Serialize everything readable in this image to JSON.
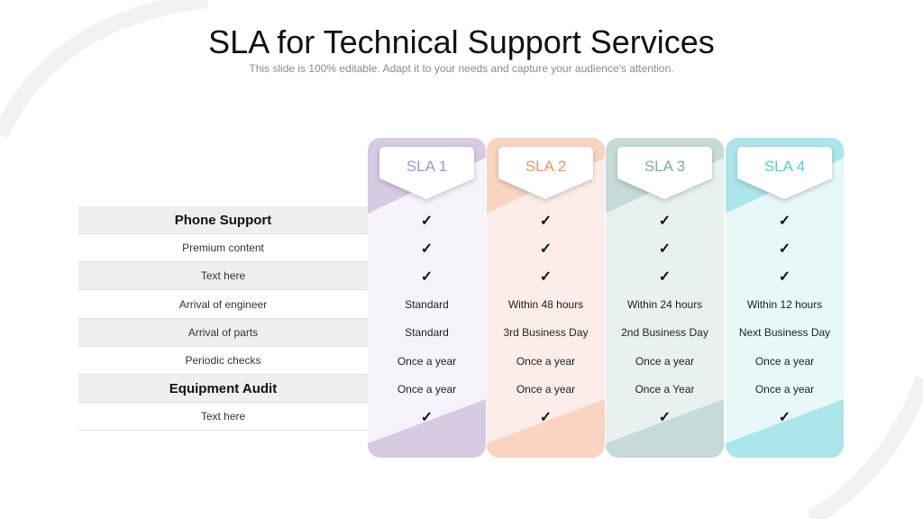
{
  "title": "SLA for Technical Support Services",
  "subtitle": "This slide is 100% editable. Adapt it to your needs and capture your audience's attention.",
  "rows": [
    {
      "label": "Phone Support",
      "bold": true,
      "shade": true
    },
    {
      "label": "Premium content",
      "bold": false,
      "shade": false
    },
    {
      "label": "Text here",
      "bold": false,
      "shade": true
    },
    {
      "label": "Arrival of engineer",
      "bold": false,
      "shade": false
    },
    {
      "label": "Arrival of parts",
      "bold": false,
      "shade": true
    },
    {
      "label": "Periodic checks",
      "bold": false,
      "shade": false
    },
    {
      "label": "Equipment Audit",
      "bold": true,
      "shade": true
    },
    {
      "label": "Text here",
      "bold": false,
      "shade": false
    }
  ],
  "check_icon": "✓",
  "plans": [
    {
      "name": "SLA 1",
      "accent": "#a793c9",
      "dark": "#d6cbe3",
      "light": "#f6f3fa",
      "cells": [
        "✓",
        "✓",
        "✓",
        "Standard",
        "Standard",
        "Once a year",
        "Once a year",
        "✓"
      ]
    },
    {
      "name": "SLA 2",
      "accent": "#f4915c",
      "dark": "#f9d4c0",
      "light": "#fcede8",
      "cells": [
        "✓",
        "✓",
        "✓",
        "Within 48 hours",
        "3rd Business Day",
        "Once a year",
        "Once a year",
        "✓"
      ]
    },
    {
      "name": "SLA 3",
      "accent": "#7fa9a5",
      "dark": "#c5dad9",
      "light": "#e8f1f0",
      "cells": [
        "✓",
        "✓",
        "✓",
        "Within 24 hours",
        "2nd Business Day",
        "Once a year",
        "Once a Year",
        "✓"
      ]
    },
    {
      "name": "SLA 4",
      "accent": "#4fd0d8",
      "dark": "#abe6ea",
      "light": "#e6f8f8",
      "cells": [
        "✓",
        "✓",
        "✓",
        "Within 12 hours",
        "Next Business Day",
        "Once a year",
        "Once a year",
        "✓"
      ]
    }
  ]
}
